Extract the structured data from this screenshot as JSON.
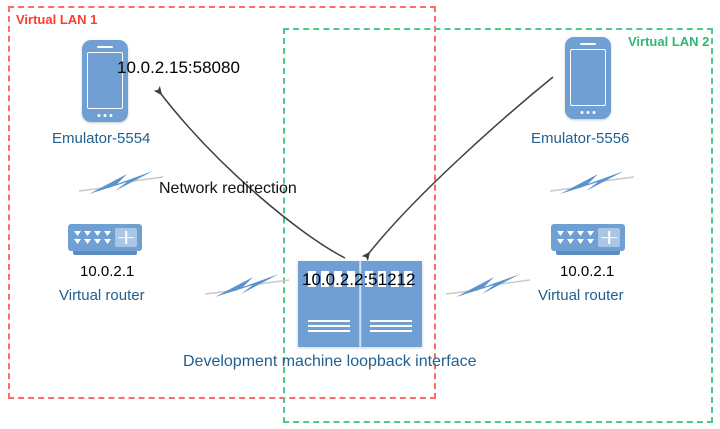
{
  "diagram": {
    "title": "Android emulator network redirection diagram",
    "colors": {
      "lan1_border": "#ff6b6b",
      "lan1_text": "#ff3b30",
      "lan2_border": "#4fc98a",
      "lan2_text": "#2eb872",
      "device_blue": "#6f9fd3",
      "label_blue": "#21608f",
      "arrow": "#3f3f3f",
      "background": "#ffffff"
    },
    "zones": [
      {
        "id": "lan1",
        "label": "Virtual LAN 1"
      },
      {
        "id": "lan2",
        "label": "Virtual LAN 2"
      }
    ],
    "nodes": {
      "emulator_left": {
        "icon": "smartphone-icon",
        "address": "10.0.2.15:58080",
        "name": "Emulator-5554"
      },
      "emulator_right": {
        "icon": "smartphone-icon",
        "name": "Emulator-5556"
      },
      "router_left": {
        "icon": "router-icon",
        "address": "10.0.2.1",
        "name": "Virtual router"
      },
      "router_right": {
        "icon": "router-icon",
        "address": "10.0.2.1",
        "name": "Virtual router"
      },
      "loopback": {
        "icon": "server-icon",
        "address": "10.0.2.2:51212",
        "name": "Development machine loopback interface"
      }
    },
    "annotations": {
      "redirection": "Network redirection"
    },
    "links": [
      {
        "id": "link-lan1-left",
        "icon": "lightning-bolt-icon"
      },
      {
        "id": "link-lan1-router",
        "icon": "lightning-bolt-icon"
      },
      {
        "id": "link-lan2-router",
        "icon": "lightning-bolt-icon"
      },
      {
        "id": "link-lan2-right",
        "icon": "lightning-bolt-icon"
      }
    ]
  }
}
